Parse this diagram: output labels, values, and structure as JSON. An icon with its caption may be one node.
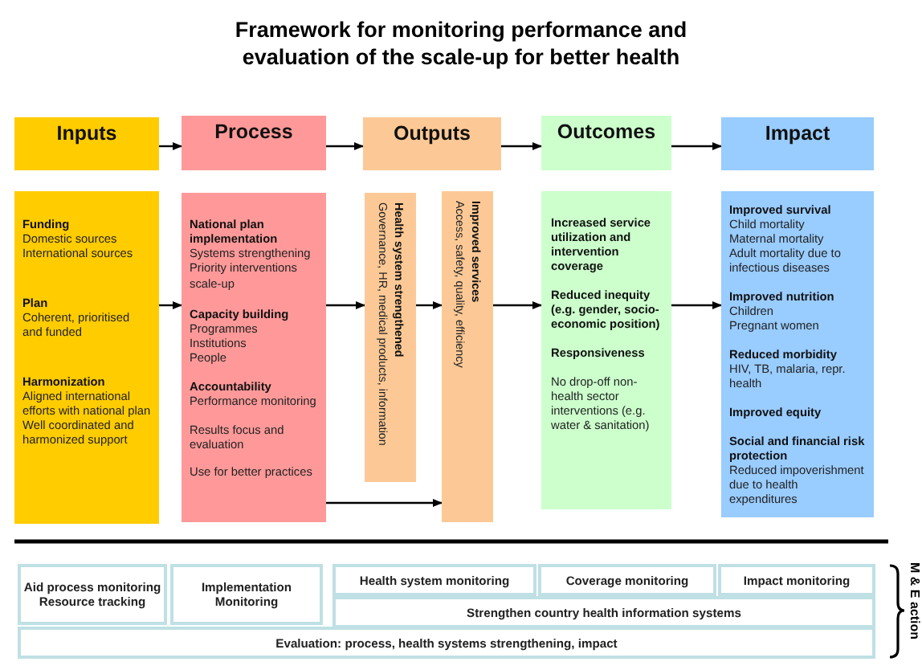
{
  "diagram": {
    "title": "Framework for monitoring performance and evaluation of the scale-up for better health",
    "nodes": [
      {
        "text": [
          "Inputs"
        ]
      },
      {
        "text": [
          "Process"
        ]
      },
      {
        "text": [
          "Outputs"
        ]
      },
      {
        "text": [
          "Outcomes"
        ]
      },
      {
        "text": [
          "Impact"
        ]
      },
      {
        "text": [
          "Funding",
          "Domestic sources",
          "International sources",
          "Plan",
          "Coherent, prioritised and funded",
          "Harmonization",
          "Aligned international efforts with national plan",
          "Well coordinated and harmonized support"
        ]
      },
      {
        "text": [
          "National plan implementation",
          "Systems strengthening",
          "Priority interventions scale-up",
          "Capacity building",
          "Programmes",
          "Institutions",
          "People",
          "Accountability",
          "Performance monitoring",
          "Results focus and evaluation",
          "Use for better practices"
        ]
      },
      {
        "text": [
          "Health system strengthened",
          "Governance, HR, medical products, information"
        ]
      },
      {
        "text": [
          "Improved services",
          "Access, safety, quality, efficiency"
        ]
      },
      {
        "text": [
          "Increased service utilization and intervention coverage",
          "Reduced inequity (e.g. gender, socio-economic position)",
          "Responsiveness",
          "No drop-off non-health sector interventions (e.g. water & sanitation)"
        ]
      },
      {
        "text": [
          "Improved survival",
          "Child mortality",
          "Maternal mortality",
          "Adult mortality due to infectious diseases",
          "Improved nutrition",
          "Children",
          "Pregnant women",
          "Reduced morbidity",
          "HIV, TB, malaria, repr. health",
          "Improved equity",
          "Social and financial risk protection",
          "Reduced impoverishment due to health expenditures"
        ]
      },
      {
        "text": [
          "Aid process monitoring",
          "Resource tracking"
        ]
      },
      {
        "text": [
          "Implementation Monitoring"
        ]
      },
      {
        "text": [
          "Health system monitoring"
        ]
      },
      {
        "text": [
          "Coverage monitoring"
        ]
      },
      {
        "text": [
          "Impact monitoring"
        ]
      },
      {
        "text": [
          "Strengthen country health information systems"
        ]
      },
      {
        "text": [
          "Evaluation: process, health systems strengthening, impact"
        ]
      }
    ],
    "edges": [
      {
        "from": 0,
        "to": 1,
        "arrow": "to"
      },
      {
        "from": 1,
        "to": 2,
        "arrow": "to"
      },
      {
        "from": 2,
        "to": 3,
        "arrow": "to"
      },
      {
        "from": 3,
        "to": 4,
        "arrow": "to"
      },
      {
        "from": 5,
        "to": 6,
        "arrow": "to"
      },
      {
        "from": 6,
        "to": 7,
        "arrow": "to"
      },
      {
        "from": 7,
        "to": 8,
        "arrow": "to"
      },
      {
        "from": 8,
        "to": 9,
        "arrow": "to"
      },
      {
        "from": 9,
        "to": 10,
        "arrow": "to"
      },
      {
        "from": 6,
        "to": 8,
        "arrow": "to"
      }
    ],
    "labels": [
      "M & E action"
    ]
  }
}
